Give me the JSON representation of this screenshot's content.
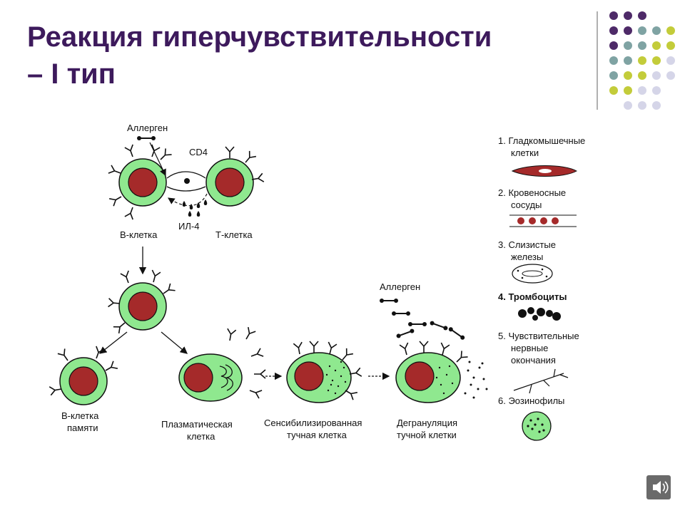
{
  "slide": {
    "title_line1": "Реакция гиперчувствительности",
    "title_line2": "– I тип"
  },
  "diagram": {
    "top": {
      "allergen": "Аллерген",
      "cd4": "CD4",
      "il4": "ИЛ-4",
      "b_cell": "В-клетка",
      "t_cell": "Т-клетка"
    },
    "bottom": {
      "memory_line1": "В-клетка",
      "memory_line2": "памяти",
      "plasma_line1": "Плазматическая",
      "plasma_line2": "клетка",
      "sensitized_line1": "Сенсибилизированная",
      "sensitized_line2": "тучная клетка",
      "degran_line1": "Дегрануляция",
      "degran_line2": "тучной клетки",
      "allergen2": "Аллерген"
    },
    "legend": [
      {
        "line1": "1. Гладкомышечные",
        "line2": "клетки"
      },
      {
        "line1": "2. Кровеносные",
        "line2": "сосуды"
      },
      {
        "line1": "3. Слизистые",
        "line2": "железы"
      },
      {
        "line1": "4. Тромбоциты",
        "line2": ""
      },
      {
        "line1": "5. Чувствительные",
        "line2": "нервные",
        "line3": "окончания"
      },
      {
        "line1": "6. Эозинофилы",
        "line2": ""
      }
    ]
  },
  "colors": {
    "title": "#3d1a5c",
    "cell_green": "#8fe88f",
    "nucleus_red": "#a52a2a",
    "dot_purple": "#4e2a68",
    "dot_teal": "#7fa3a3",
    "dot_olive": "#c3cc3a",
    "dot_lavender": "#d5d5e8"
  },
  "icons": [
    "decorative-dot-grid",
    "audio-icon"
  ]
}
